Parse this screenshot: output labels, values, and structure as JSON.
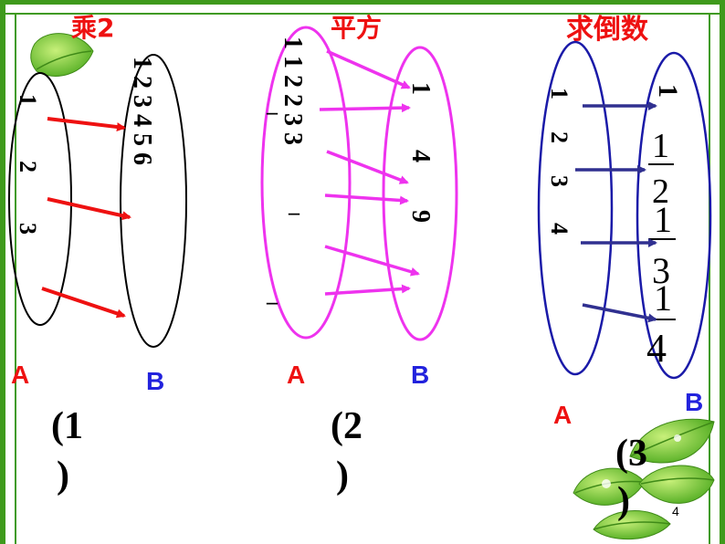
{
  "colors": {
    "frame": "#3f9a1c",
    "red": "#ee1111",
    "magenta": "#ee33ee",
    "blue": "#1a1aa8",
    "arrow_blue": "#303090",
    "label_blue": "#2222dd",
    "black": "#000000"
  },
  "panel1": {
    "title": "乘2",
    "set_a_values": [
      "1",
      "2",
      "3"
    ],
    "set_b_text": "1 2 3 4 5 6",
    "label_a": "A",
    "label_b": "B",
    "number_open": "(1",
    "number_close": ")"
  },
  "panel2": {
    "title": "平方",
    "set_a_text": "1 1 2 2 3 3",
    "dash": "_",
    "set_b_values": [
      "1",
      "4",
      "9"
    ],
    "label_a": "A",
    "label_b": "B",
    "number_open": "(2",
    "number_close": ")"
  },
  "panel3": {
    "title": "求倒数",
    "set_a_values": [
      "1",
      "2",
      "3",
      "4"
    ],
    "set_b_first": "1",
    "fraction_one": "1",
    "denominators": [
      "2",
      "3",
      "4"
    ],
    "label_a": "A",
    "label_b": "B",
    "number_open": "(3",
    "number_close": ")"
  },
  "decor": {
    "top_leaf": "leaf-icon",
    "bottom_leaves": "leaves-cluster-icon"
  },
  "page_number": "4"
}
